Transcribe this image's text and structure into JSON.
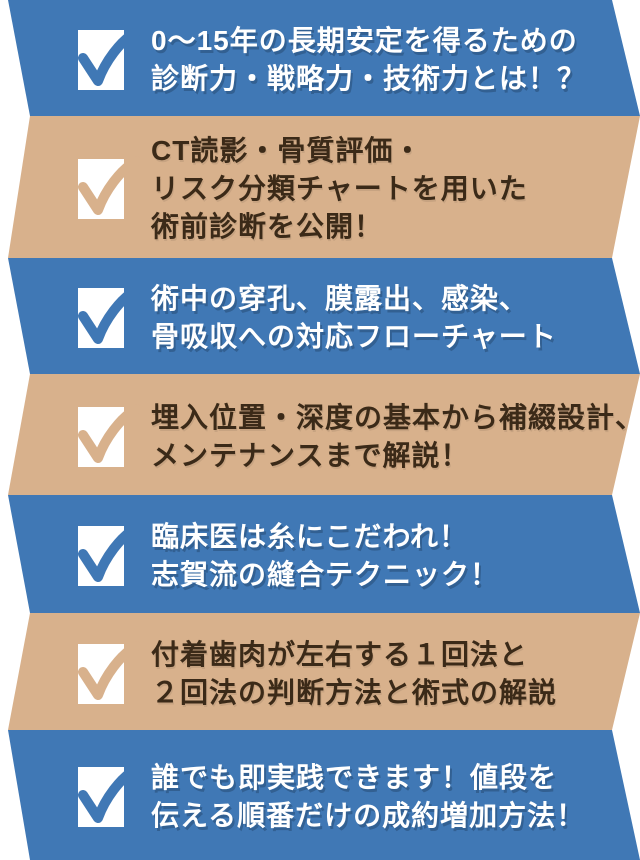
{
  "colors": {
    "banner_blue": "#4078B5",
    "banner_tan": "#D8B18C",
    "text_on_blue": "#FFFFFF",
    "text_on_tan": "#3B2A18",
    "checkbox_fill": "#FFFFFF",
    "background": "#FFFFFF"
  },
  "banners": [
    {
      "theme": "blue",
      "lines": [
        "0〜15年の長期安定を得るための",
        "診断力・戦略力・技術力とは！？"
      ]
    },
    {
      "theme": "tan",
      "lines": [
        "CT読影・骨質評価・",
        "リスク分類チャートを用いた",
        "術前診断を公開！"
      ]
    },
    {
      "theme": "blue",
      "lines": [
        "術中の穿孔、膜露出、感染、",
        "骨吸収への対応フローチャート"
      ]
    },
    {
      "theme": "tan",
      "lines": [
        "埋入位置・深度の基本から補綴設計、",
        "メンテナンスまで解説！"
      ]
    },
    {
      "theme": "blue",
      "lines": [
        "臨床医は糸にこだわれ！",
        "志賀流の縫合テクニック！"
      ]
    },
    {
      "theme": "tan",
      "lines": [
        "付着歯肉が左右する１回法と",
        "２回法の判断方法と術式の解説"
      ]
    },
    {
      "theme": "blue",
      "lines": [
        "誰でも即実践できます！値段を",
        "伝える順番だけの成約増加方法！"
      ]
    }
  ]
}
